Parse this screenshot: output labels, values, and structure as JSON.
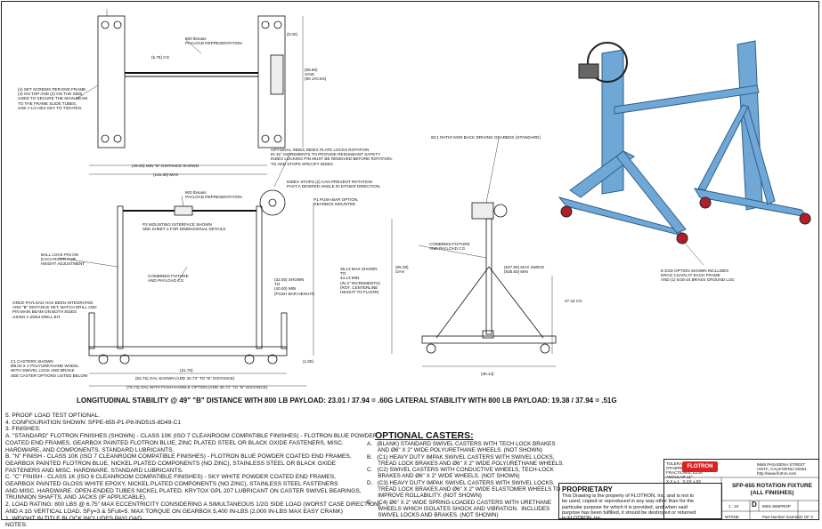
{
  "callouts": {
    "payload_rep": "800 lbmass\nPAYLOAD REPRESENTATION",
    "cg_top": "(6.75) CG",
    "dim_500": "(5.00)",
    "oaw": "(55.60)\nOAW\n(80 JACKS)",
    "setscrews": "(4) SET SCREWS PER END FRAME.\n(4) ON TOP AND (2) ON THE SIDE,\nUSED TO SECURE THE MAIN BEAM\nTO THE FRAME SLIDE TUBES,\nUSE A 1/4 HEX KEY TO TIGHTEN.",
    "dim_49": "(49.00) MIN \"B\" DISTANCE SHOWN",
    "dim_141": "(141.00) MAX",
    "payload_rep2": "800 lbmass\nPAYLOAD REPRESENTATION",
    "index_plate": "OPTIONAL INDEX INDEX PLATE LOCKS ROTATION\nIN 15° INCREMENTS TO PROVIDE REDUNDANT SAFETY.\nINDEX LOCKING PIN MUST BE REMOVED BEFORE ROTATION.\nTO ADD STOPS SPECIFY INDEX",
    "index_stops": "INDEX STOPS (2) CAN PREVENT ROTATION\nPAST A DESIRED ANGLE IN EITHER DIRECTION.",
    "gearbox": "60:1 RATIO NON BACK DRIVING GEARBOX (STANDARD)",
    "push_bar": "P1 PUSH BAR OPTION,\nGEARBOX MOUNTED",
    "mount_iface": "P2 MOUNTING INTERFACE SHOWN\nSEE SHEET 2 FOR DIMENSIONAL DETAILS",
    "ball_lock": "BALL LOCK PIN ON\nEACH RISER FOR\nHEIGHT ADJUSTMENT",
    "combined_cg": "COMBINED FIXTURE\nAND PAYLOAD CG",
    "combined_cg2": "COMBINED FIXTURE\nAND PAYLOAD CG",
    "once_payload": "ONCE PAYLOAD HAS BEEN INTEGRATED\nAND \"B\" DISTANCE SET, MATCH DRILL AND\nPIN MAIN BEAM ON BOTH SIDES\nUSING A 25/64 DRILL BIT",
    "dim_3200": "(32.00) SHOWN\nTO\n(40.00) MIN\n(PUSH BAR HEIGHT)",
    "dim_3613": "36.13 MAX SHOWN\nTO\n44.13 MIN\n(IN 2\" INCREMENTS)\n(ROT. CENTERLINE\nHEIGHT TO FLOOR)",
    "dim_oah": "(65.39)\nOAH",
    "dim_swing": "(647.50) MAX SWING\n(835.50) MIN",
    "dim_cg_side": "27.44 CG",
    "c1_casters": "C1 CASTERS SHOWN\nØ8.00 X 2 POLYURETHANE WHEEL\nWITH SWIVEL LOCK AND BRAKE\nSEE CASTER OPTIONS LISTED BELOW",
    "dim_3175": "(31.75)",
    "dim_150": "(1.50)",
    "dim_6475": "(64.75) OAL SHOWN (ADD 32.73\" TO \"B\" DISTANCE)",
    "dim_7973": "(79.73) OAL WITH PUSH HANDLE OPTION (ADD 30.73\" TO \"B\" DISTANCE)",
    "dim_3813": "(38.13)",
    "esd": "E ESD OPTION SHOWN INCLUDES\nDRAG CHAIN AT EACH FRAME\nAND (1) 5/16-24 BRASS GROUND LUG"
  },
  "captions": {
    "longitudinal": "LONGITUDINAL STABILITY @ 49\" \"B\" DISTANCE WITH 800 LB PAYLOAD: 23.01 / 37.94 = .60G",
    "lateral": "LATERAL STABILITY WITH 800 LB PAYLOAD: 19.38 / 37.94 = .51G"
  },
  "notes": [
    "5.  PROOF LOAD TEST OPTIONAL.",
    "4.  CONFIGURATION SHOWN: SFPE-655-P1-P8-IND515-8D49-C1",
    "3.  FINISHES:",
    "     A.  \"STANDARD\" FLOTRON FINISHES (SHOWN) - CLASS 10K (ISO 7 CLEANROOM COMPATIBLE FINISHES) - FLOTRON BLUE POWDER",
    "         COATED END FRAMES, GEARBOX PAINTED FLOTRON BLUE, ZINC PLATED STEEL OR BLACK OXIDE FASTENERS,  MISC.",
    "         HARDWARE, AND COMPONENTS.  STANDARD LUBRICANTS.",
    "     B.  \"N\" FINISH - CLASS 10K (ISO 7 CLEANROOM COMPATIBLE FINISHES) - FLOTRON BLUE POWDER COATED END FRAMES,",
    "         GEARBOX PAINTED FLOTRON BLUE, NICKEL PLATED COMPONENTS (NO ZINC), STAINLESS STEEL OR BLACK OXIDE",
    "         FASTENERS AND MISC. HARDWARE.  STANDARD LUBRICANTS.",
    "     C.  \"C\" FINISH - CLASS 1K (ISO 6 CLEANROOM COMPATIBLE FINISHES) - SKY WHITE POWDER COATED END FRAMES,",
    "         GEARBOX PAINTED GLOSS WHITE EPOXY, NICKEL PLATED COMPONENTS (NO ZINC), STAINLESS STEEL FASTENERS",
    "         AND MISC. HARDWARE.  OPEN-ENDED TUBES NICKEL PLATED.  KRYTOX GPL 207 LUBRICANT ON CASTER SWIVEL BEARINGS,",
    "         TRUNNION SHAFTS, AND JACKS (IF APPLICABLE).",
    "2.  LOAD RATING: 800 LBS @ 6.75\" MAX ECCENTRICITY CONSIDERING A SIMULTANEOUS 1/2G SIDE LOAD (WORST CASE DIRECTION)",
    "     AND A 1G VERTICAL LOAD.  SFy=3 & SFult=5.  MAX TORQUE ON GEARBOX 5,400 IN-LBS (2,000 IN-LBS MAX EASY CRANK)",
    "1.  WEIGHT IN TITLE BLOCK INCLUDES PAYLOAD.",
    "NOTES:"
  ],
  "optional_casters": {
    "title": "OPTIONAL CASTERS:",
    "items": [
      "A.   (BLANK) STANDARD SWIVEL CASTERS WITH TECH LOCK BRAKES\n       AND Ø6\" X 2\" WIDE POLYURETHANE WHEELS. (NOT SHOWN)",
      "B.   (C1) HEAVY DUTY IMPAK SWIVEL CASTERS WITH SWIVEL LOCKS,\n       TREAD LOCK BRAKES AND Ø6\" X 2\" WIDE POLYURETHANE WHEELS.",
      "C.   (C2) SWIVEL CASTERS WITH CONDUCTIVE WHEELS, TECH-LOCK\n       BRAKES AND Ø6\" X 2\" WIDE WHEELS. (NOT SHOWN)",
      "D.   (C3) HEAVY DUTY IMPAK SWIVEL CASTERS WITH SWIVEL LOCKS,\n       TREAD LOCK BRAKES AND Ø6\" X 2\" WIDE ELASTOMER WHEELS TO\n       IMPROVE ROLLABILITY. (NOT SHOWN)",
      "E.   (C4) Ø6\" X 2\" WIDE SPRING-LOADED CASTERS WITH URETHANE\n       WHEELS WHICH ISOLATES SHOCK AND VIBRATION.  INCLUDES\n       SWIVEL LOCKS AND BRAKES. (NOT SHOWN)"
    ]
  },
  "proprietary": {
    "title": "PROPRIETARY",
    "text": "This Drawing is the property of FLOTRON, Inc. and is not to\nbe used, copied or reproduced in any way other than for the\nparticular purpose for which it is provided, and when said\npurpose has been fulfilled, it should be destroyed or returned\nto FLOTRON, Inc."
  },
  "title_block": {
    "logo": "FLOTRON",
    "address": "5665 PASADENA STREET\nVISTA, CALIFORNIA 92081\nhttp://www.flotron.com",
    "tolerance": "TOLERANCES UNLESS\nOTHERWISE SPECIFIED\nFRACTIONAL ±1/16\nANGULAR ±1°\nX.X ±.1   X.XX ±.03",
    "title": "SFP-655 ROTATION FIXTURE\n(ALL FINISHES)",
    "scale": "1 : 10",
    "size": "D",
    "dwg_no": "8001-655PROP",
    "sheet": "1 OF 3",
    "weight_label": "WT/INE",
    "drawn": "Part Number Inserted"
  },
  "colors": {
    "frame_blue": "#6fa8d6",
    "frame_blue_dark": "#2f5f8a",
    "caster_red": "#b0202a",
    "line": "#111111",
    "logo_red": "#d22222"
  }
}
